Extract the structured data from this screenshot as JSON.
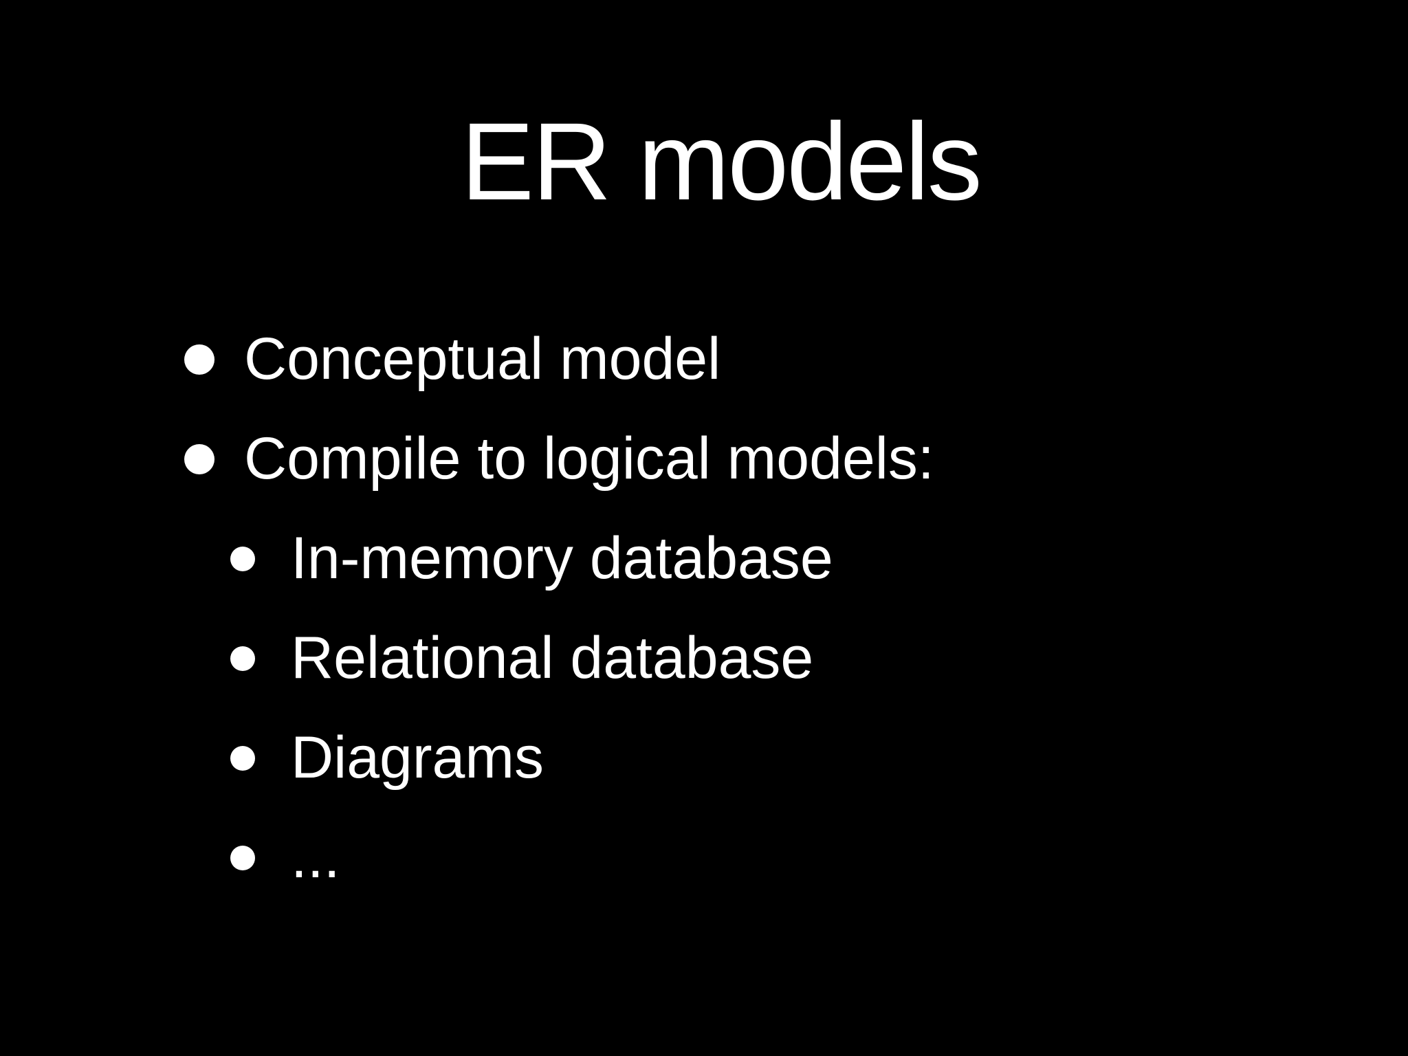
{
  "slide": {
    "title": "ER models",
    "bullets": [
      {
        "level": 1,
        "text": "Conceptual model"
      },
      {
        "level": 1,
        "text": "Compile to logical models:"
      },
      {
        "level": 2,
        "text": "In-memory database"
      },
      {
        "level": 2,
        "text": "Relational database"
      },
      {
        "level": 2,
        "text": "Diagrams"
      },
      {
        "level": 2,
        "text": "..."
      }
    ],
    "colors": {
      "background": "#000000",
      "text": "#ffffff"
    }
  }
}
